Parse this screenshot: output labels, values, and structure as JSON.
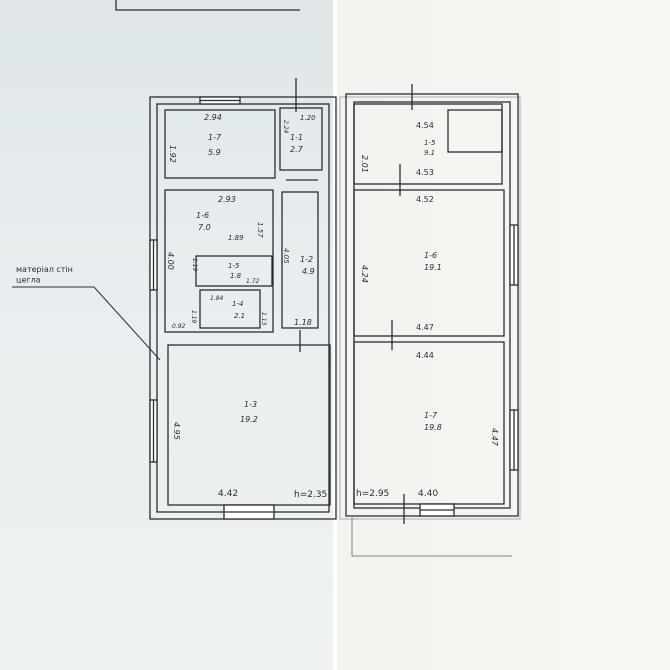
{
  "left_plan": {
    "wall_material_note": "матеріал стін\nцегла",
    "height_label": "h=2.35",
    "rooms": [
      {
        "id": "1-7",
        "area": "5.9"
      },
      {
        "id": "1-1",
        "area": "2.7"
      },
      {
        "id": "1-6",
        "area": "7.0"
      },
      {
        "id": "1-2",
        "area": "4.9"
      },
      {
        "id": "1-5",
        "area": "1.8"
      },
      {
        "id": "1-4",
        "area": "2.1"
      },
      {
        "id": "1-3",
        "area": "19.2"
      }
    ],
    "dimensions": [
      "2.94",
      "1.92",
      "2.24",
      "1.20",
      "2.93",
      "1.57",
      "4.00",
      "1.89",
      "1.72",
      "1.19",
      "4.05",
      "1.72",
      "1.84",
      "1.19",
      "1.13",
      "0.92",
      "1.18",
      "4.95",
      "4.42"
    ]
  },
  "right_plan": {
    "height_label": "h=2.95",
    "rooms": [
      {
        "id": "1-5",
        "area": "9.1"
      },
      {
        "id": "1-6",
        "area": "19.1"
      },
      {
        "id": "1-7",
        "area": "19.8"
      }
    ],
    "dimensions": [
      "4.54",
      "2.01",
      "4.53",
      "4.52",
      "4.24",
      "4.47",
      "4.44",
      "4.47",
      "4.40"
    ]
  },
  "colors": {
    "ink": "#2a2d33",
    "left_paper": "#e6ecee",
    "right_paper": "#f6f5f1"
  }
}
